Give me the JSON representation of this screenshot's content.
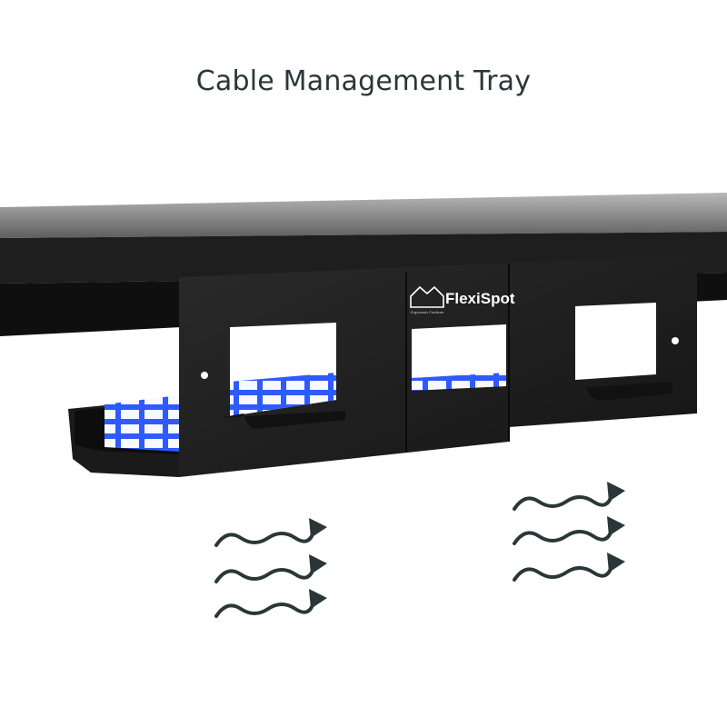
{
  "title": "Cable Management Tray",
  "logo": {
    "brand": "FlexiSpot",
    "tagline": "Ergonomic Furniture"
  },
  "colors": {
    "title": "#2b3638",
    "tray": "#1c1c1c",
    "desk_top": "#8a8a8a",
    "cables": "#2d5bff",
    "arrows": "#2b3638"
  },
  "icons": [
    "house-logo-icon",
    "airflow-wave-arrow-icon"
  ]
}
